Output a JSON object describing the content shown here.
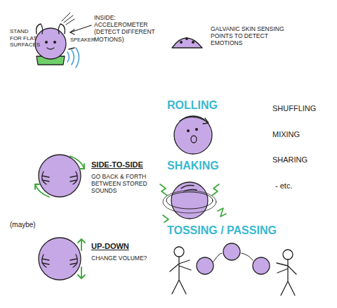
{
  "diagram": {
    "labels": [
      "STAND FOR FLAT SURFACES",
      "SPEAKER",
      "INSIDE: ACCELEROMETER (DETECT DIFFERENT MOTIONS)",
      "GALVANIC SKIN SENSING POINTS TO DETECT EMOTIONS",
      "ROLLING",
      "SHUFFLING",
      "MIXING",
      "SHARING",
      "- etc.",
      "SIDE-TO-SIDE",
      "GO BACK & FORTH BETWEEN STORED SOUNDS",
      "SHAKING",
      "(maybe)",
      "UP-DOWN",
      "CHANGE VOLUME?",
      "TOSSING / PASSING"
    ]
  }
}
